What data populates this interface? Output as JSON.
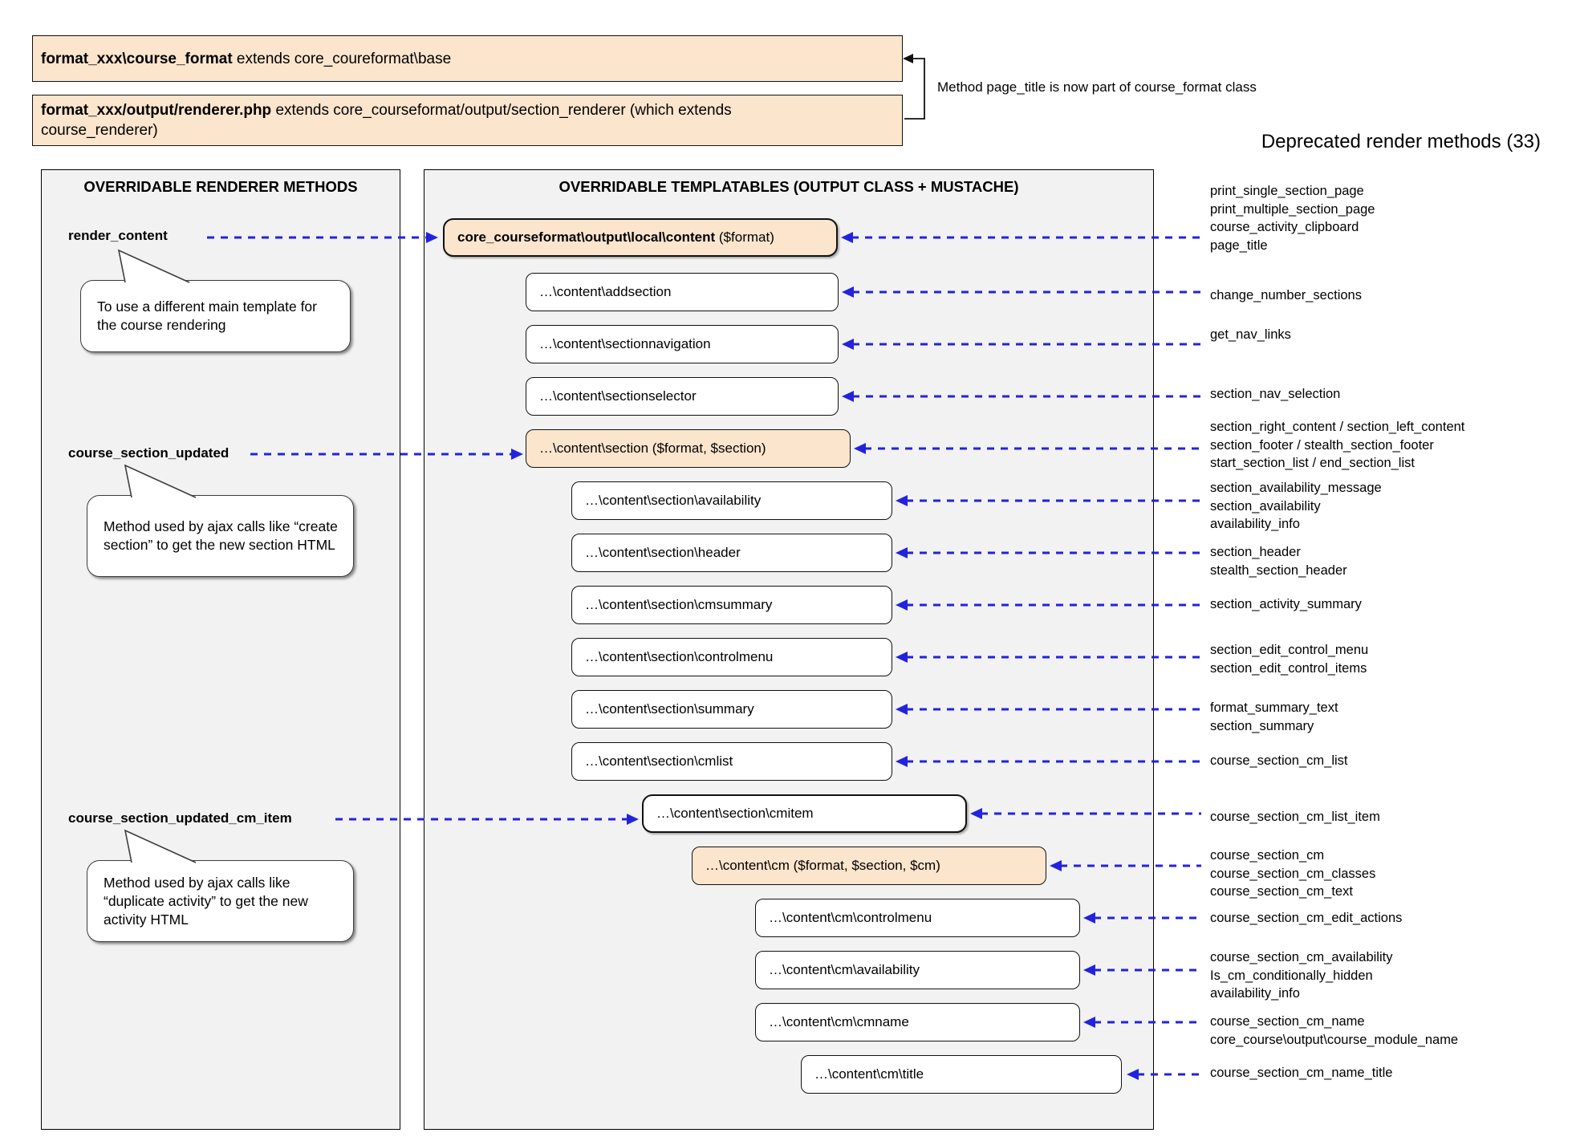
{
  "top": {
    "box1": {
      "bold": "format_xxx\\course_format",
      "rest": " extends core_coureformat\\base"
    },
    "box2": {
      "bold": "format_xxx/output/renderer.php",
      "rest": " extends core_courseformat/output/section_renderer (which extends course_renderer)"
    },
    "note": "Method page_title is now part of course_format class",
    "deprecated_heading": "Deprecated render methods (33)"
  },
  "left_panel": {
    "title": "OVERRIDABLE RENDERER METHODS",
    "methods": [
      {
        "label": "render_content",
        "note": "To use a different main template for the course rendering"
      },
      {
        "label": "course_section_updated",
        "note": "Method used by ajax calls like “create section” to get the new section HTML"
      },
      {
        "label": "course_section_updated_cm_item",
        "note": "Method used by ajax calls like “duplicate activity” to get the new activity HTML"
      }
    ]
  },
  "middle_panel": {
    "title": "OVERRIDABLE TEMPLATABLES (OUTPUT CLASS + MUSTACHE)",
    "boxes": [
      {
        "label_bold": "core_courseformat\\output\\local\\content",
        "label_rest": " ($format)"
      },
      {
        "label": "…\\content\\addsection"
      },
      {
        "label": "…\\content\\sectionnavigation"
      },
      {
        "label": "…\\content\\sectionselector"
      },
      {
        "label": "…\\content\\section ($format, $section)"
      },
      {
        "label": "…\\content\\section\\availability"
      },
      {
        "label": "…\\content\\section\\header"
      },
      {
        "label": "…\\content\\section\\cmsummary"
      },
      {
        "label": "…\\content\\section\\controlmenu"
      },
      {
        "label": "…\\content\\section\\summary"
      },
      {
        "label": "…\\content\\section\\cmlist"
      },
      {
        "label": "…\\content\\section\\cmitem"
      },
      {
        "label": "…\\content\\cm ($format, $section, $cm)"
      },
      {
        "label": "…\\content\\cm\\controlmenu"
      },
      {
        "label": "…\\content\\cm\\availability"
      },
      {
        "label": "…\\content\\cm\\cmname"
      },
      {
        "label": "…\\content\\cm\\title"
      }
    ]
  },
  "deprecated": {
    "groups": [
      [
        "print_single_section_page",
        "print_multiple_section_page",
        "course_activity_clipboard",
        "page_title"
      ],
      [
        "change_number_sections"
      ],
      [
        "get_nav_links"
      ],
      [
        "section_nav_selection"
      ],
      [
        "section_right_content / section_left_content",
        "section_footer / stealth_section_footer",
        "start_section_list / end_section_list"
      ],
      [
        "section_availability_message",
        "section_availability",
        "availability_info"
      ],
      [
        "section_header",
        "stealth_section_header"
      ],
      [
        "section_activity_summary"
      ],
      [
        "section_edit_control_menu",
        "section_edit_control_items"
      ],
      [
        "format_summary_text",
        "section_summary"
      ],
      [
        "course_section_cm_list"
      ],
      [
        "course_section_cm_list_item"
      ],
      [
        "course_section_cm",
        "course_section_cm_classes",
        "course_section_cm_text"
      ],
      [
        "course_section_cm_edit_actions"
      ],
      [
        "course_section_cm_availability",
        "Is_cm_conditionally_hidden",
        "availability_info"
      ],
      [
        "course_section_cm_name",
        "core_course\\output\\course_module_name"
      ],
      [
        "course_section_cm_name_title"
      ]
    ]
  },
  "colors": {
    "accent_orange": "#fbe5cd",
    "arrow_blue": "#2323dd",
    "panel_background": "#f2f2f2"
  }
}
